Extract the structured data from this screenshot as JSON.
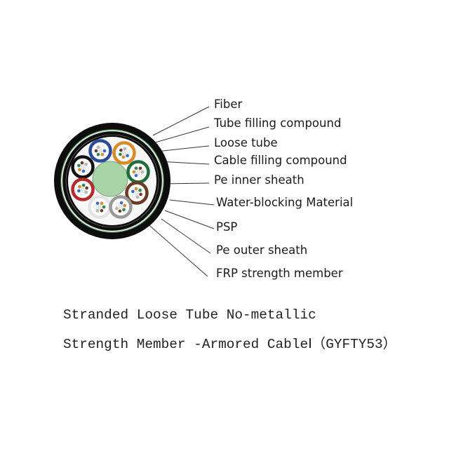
{
  "labels": [
    "Fiber",
    "Tube filling compound",
    "Loose tube",
    "Cable filling compound",
    "Pe inner  sheath",
    "Water-blocking Material",
    "PSP",
    "Pe outer  sheath",
    "FRP strength member"
  ],
  "caption": {
    "line1": "Stranded Loose Tube No-metallic",
    "line2": "Strength Member -Armored CableⅠ（GYFTY53）"
  },
  "colors": {
    "sheath": "#0d0d0d",
    "psp_stripe": "#2f5a3a",
    "frp": "#a8d4a8",
    "tubes": [
      "#2a4a9a",
      "#d98a2a",
      "#111111",
      "#1f6e3a",
      "#b52a2a",
      "#6b3a22",
      "#e4e4e4",
      "#9a9a9a"
    ],
    "fiber_dots": [
      "#3a6ad0",
      "#d9902a",
      "#2a8a4a",
      "#6b3a22",
      "#bbbbbb",
      "#ffffff"
    ]
  }
}
